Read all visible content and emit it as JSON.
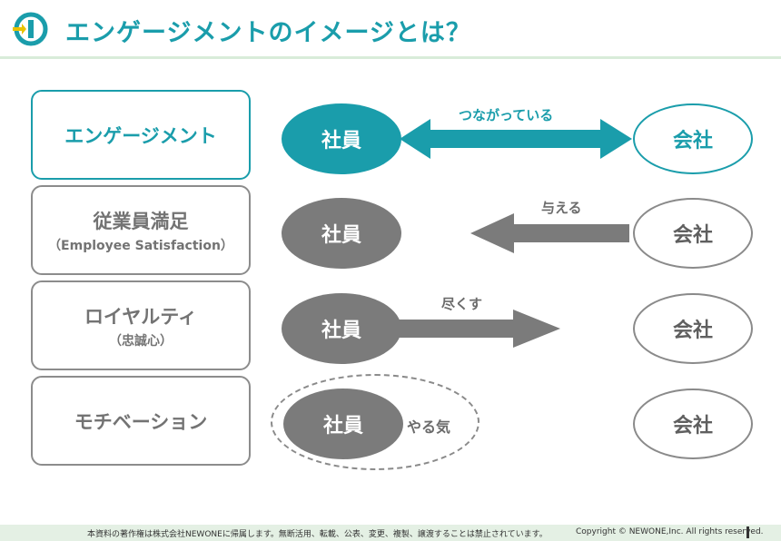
{
  "header": {
    "title": "エンゲージメントのイメージとは？"
  },
  "rows": [
    {
      "label": "エンゲージメント",
      "sub": "",
      "employee": "社員",
      "company": "会社",
      "relation": "つながっている",
      "direction": "both"
    },
    {
      "label": "従業員満足",
      "sub": "（Employee Satisfaction）",
      "employee": "社員",
      "company": "会社",
      "relation": "与える",
      "direction": "company-to-employee"
    },
    {
      "label": "ロイヤルティ",
      "sub": "（忠誠心）",
      "employee": "社員",
      "company": "会社",
      "relation": "尽くす",
      "direction": "employee-to-company"
    },
    {
      "label": "モチベーション",
      "sub": "",
      "employee": "社員",
      "company": "会社",
      "relation": "やる気",
      "direction": "none"
    }
  ],
  "footer": {
    "notice": "本資料の著作権は株式会社NEWONEに帰属します。無断活用、転載、公表、変更、複製、譲渡することは禁止されています。",
    "copyright": "Copyright © NEWONE,Inc.  All rights reserved."
  },
  "colors": {
    "accent": "#1a9dab",
    "neutral": "#7b7b7b",
    "footer_bg": "#e4f0e4"
  }
}
